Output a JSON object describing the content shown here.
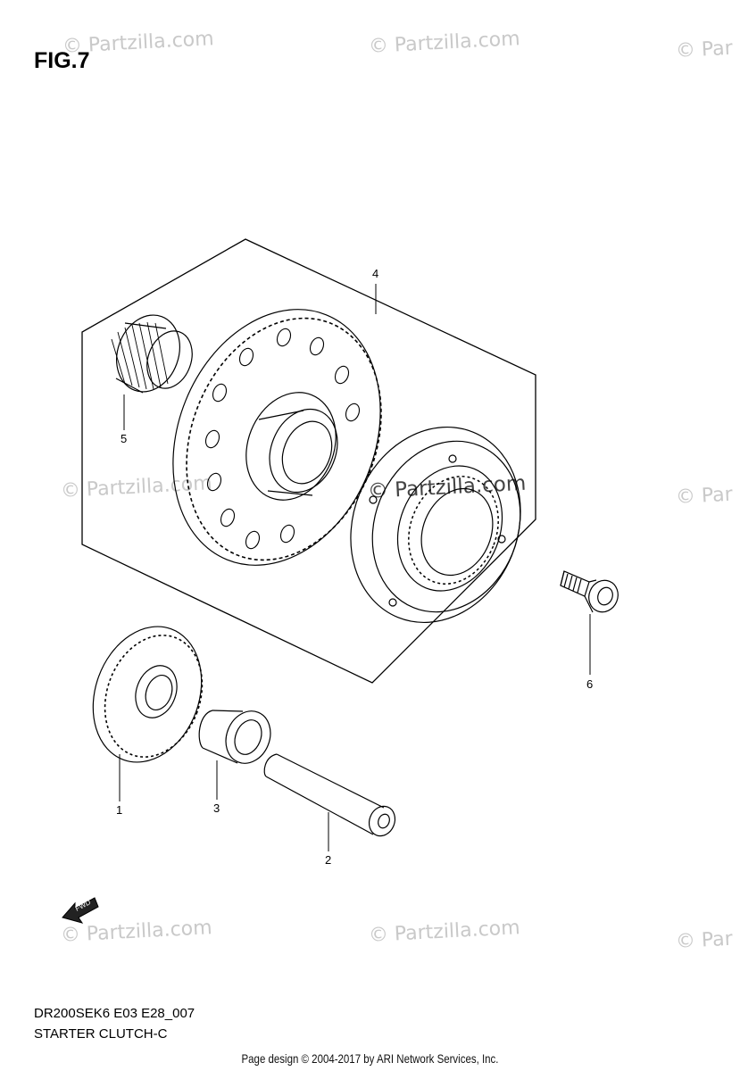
{
  "figure_label": "FIG.7",
  "diagram_code": "DR200SEK6 E03 E28_007",
  "diagram_name": "STARTER CLUTCH-C",
  "copyright": "Page design © 2004-2017 by ARI Network Services, Inc.",
  "watermark": "© Partzilla.com",
  "watermark_partial": "© Par",
  "fwd_label": "FWD",
  "callouts": [
    "1",
    "2",
    "3",
    "4",
    "5",
    "6"
  ]
}
